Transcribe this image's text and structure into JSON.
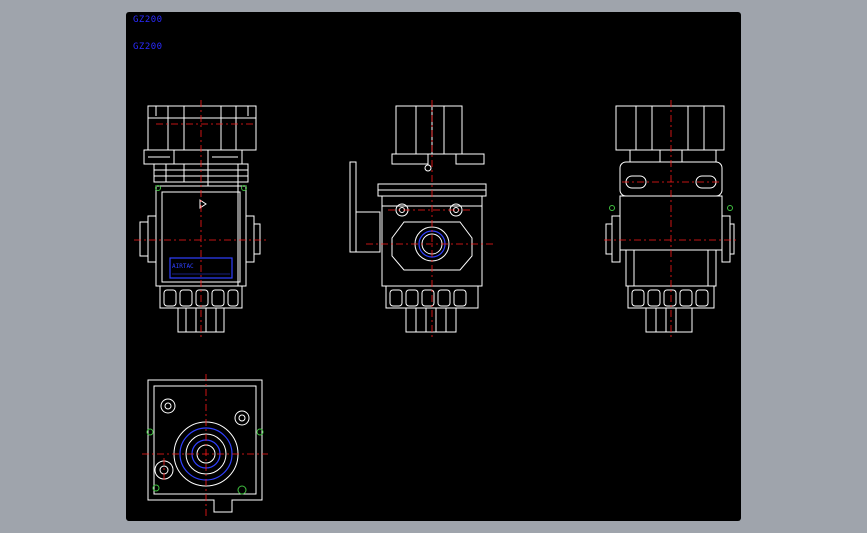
{
  "labels": {
    "line1": "GZ200",
    "line2": "GZ200"
  },
  "nameplate": {
    "brand": "AIRTAC",
    "text": "GZ200"
  },
  "colors": {
    "canvas": "#000000",
    "outline": "#ffffff",
    "centerline": "#ff1a1a",
    "blue": "#3040ff",
    "green": "#40c040",
    "surround": "#9fa4ac"
  }
}
